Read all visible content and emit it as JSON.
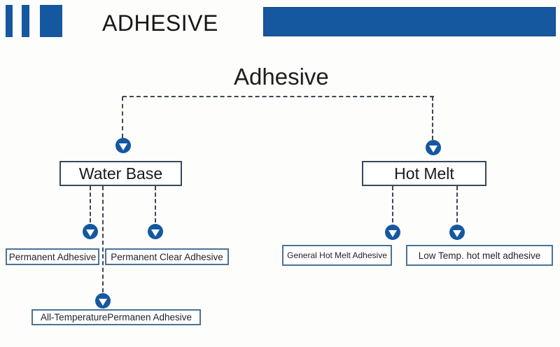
{
  "header": {
    "brand": "ADHESIVE"
  },
  "palette": {
    "accent_blue": "#1558a0",
    "line_gray": "#3f4751",
    "major_border": "#37495c",
    "minor_border": "#4a7396"
  },
  "tree": {
    "root": "Adhesive",
    "branches": [
      {
        "label": "Water Base",
        "children": [
          "Permanent Adhesive",
          "Permanent Clear Adhesive",
          "All-TemperaturePermanen Adhesive"
        ]
      },
      {
        "label": "Hot Melt",
        "children": [
          "General Hot Melt Adhesive",
          "Low Temp. hot melt adhesive"
        ]
      }
    ]
  }
}
